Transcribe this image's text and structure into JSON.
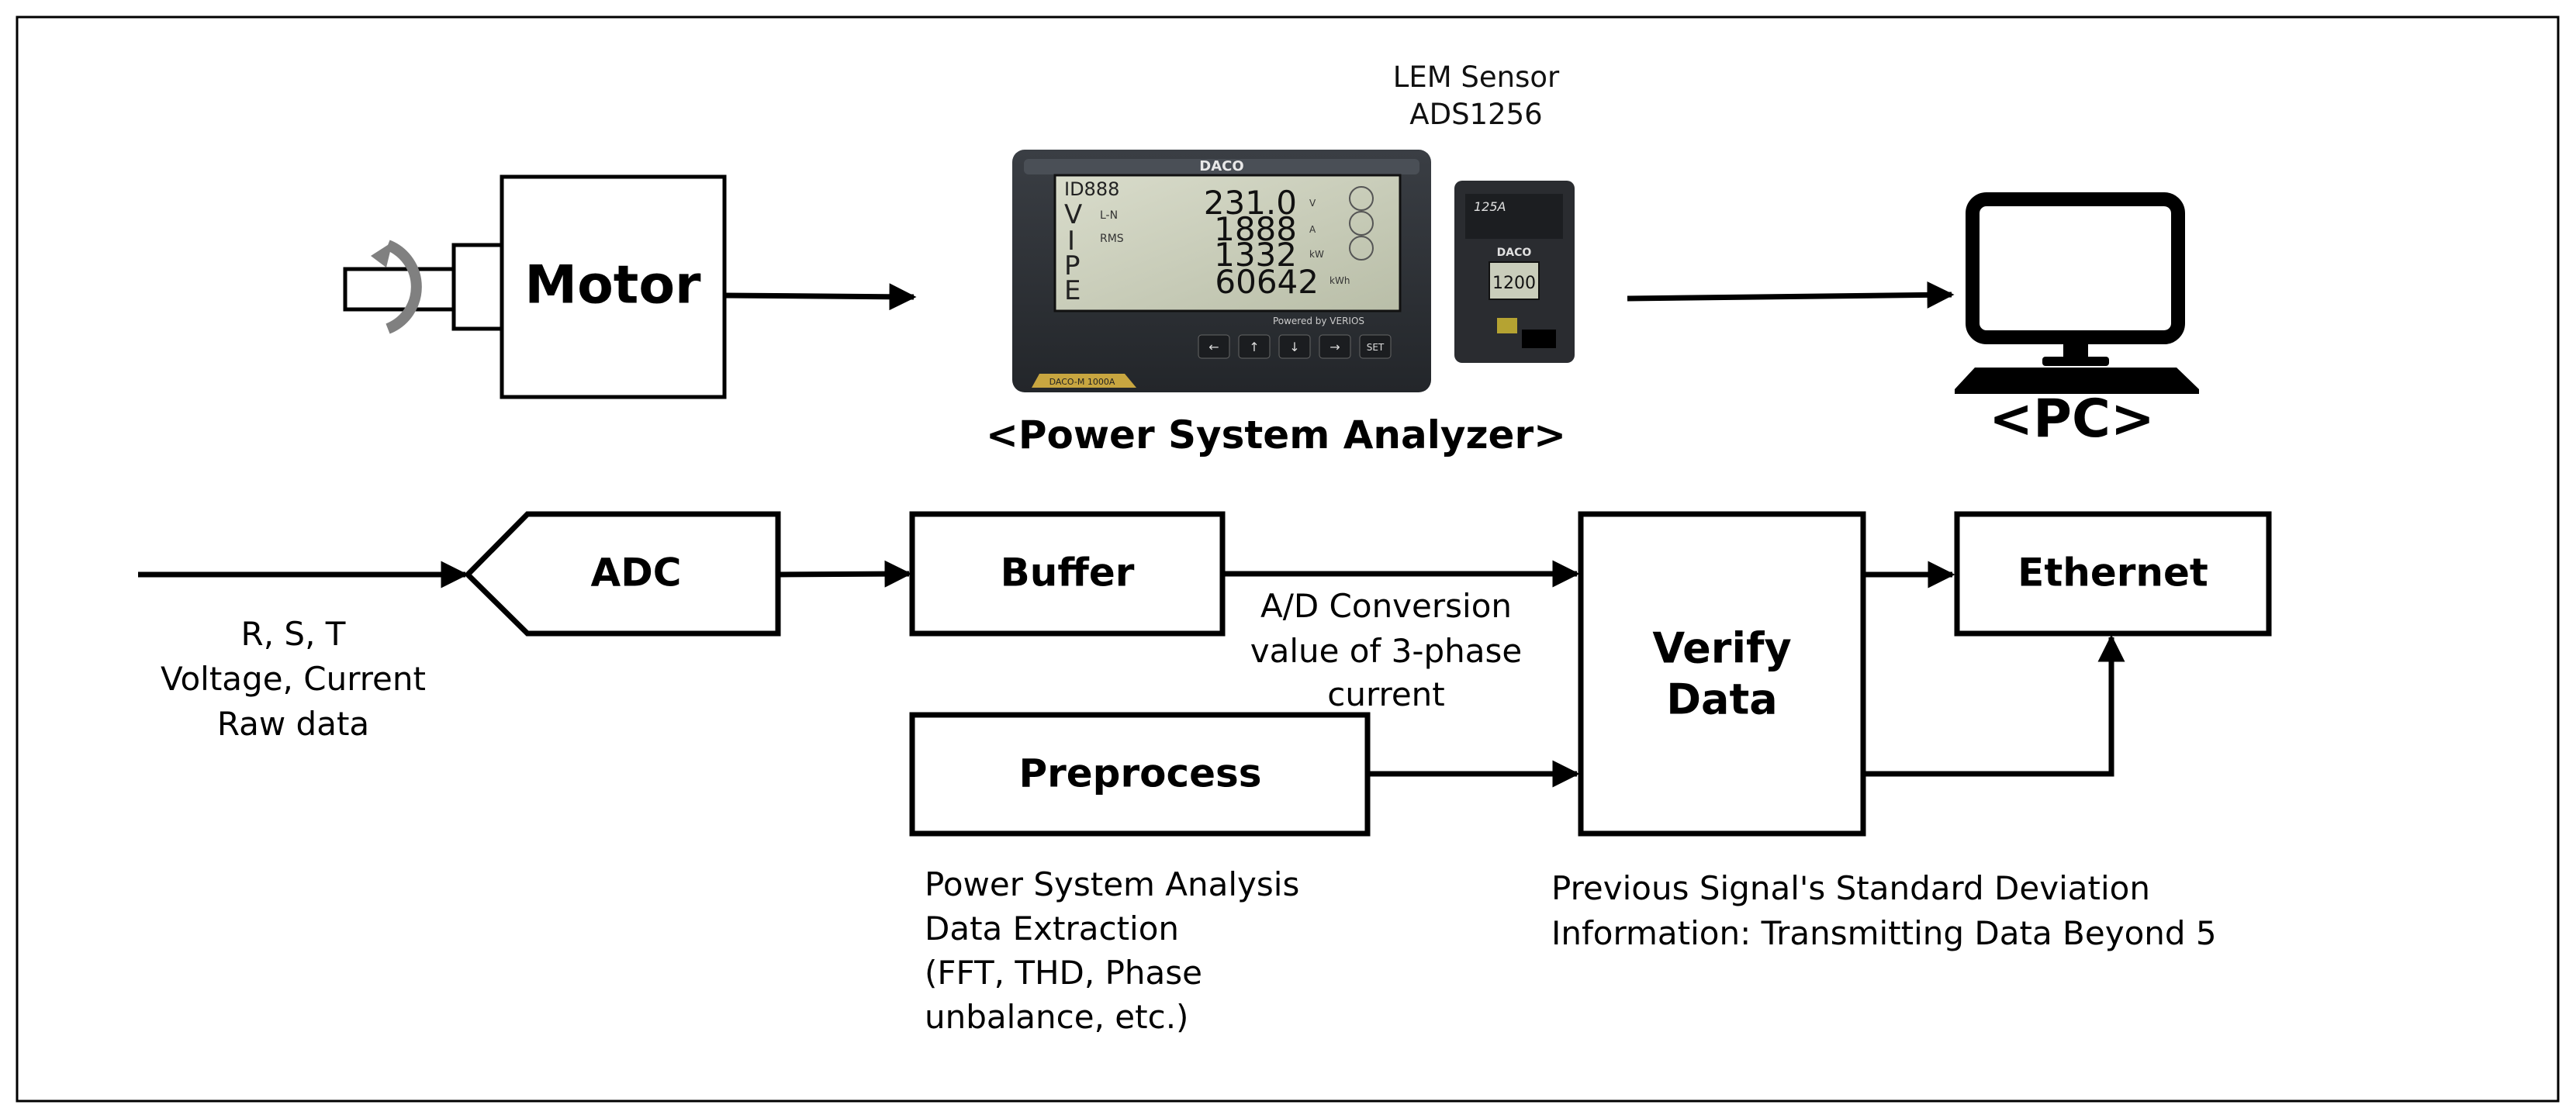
{
  "top_row": {
    "motor_label": "Motor",
    "sensor_line1": "LEM Sensor",
    "sensor_line2": "ADS1256",
    "analyzer_caption": "<Power System Analyzer>",
    "pc_caption": "<PC>",
    "device": {
      "brand": "DACO",
      "screen_id": "ID888",
      "row_letters": [
        "V",
        "I",
        "P",
        "E"
      ],
      "row_values": [
        "231.0",
        "1888",
        "1332",
        "60642"
      ],
      "row_units": [
        "V",
        "A",
        "kW",
        "kWh"
      ],
      "sub_tags": [
        "L-N",
        "RMS"
      ],
      "model_tag": "DACO-M 1000A",
      "powered_by": "Powered by VERIOS",
      "buttons": [
        "←",
        "↑",
        "↓",
        "→",
        "SET"
      ],
      "sensor_brand": "DACO",
      "sensor_value": "1200",
      "sensor_tag": "125A"
    }
  },
  "pipeline": {
    "adc": "ADC",
    "buffer": "Buffer",
    "verify_line1": "Verify",
    "verify_line2": "Data",
    "ethernet": "Ethernet",
    "preprocess": "Preprocess"
  },
  "notes": {
    "input": [
      "R, S, T",
      "Voltage, Current",
      "Raw data"
    ],
    "conversion": [
      "A/D Conversion",
      "value of 3-phase",
      "current"
    ],
    "preprocess": [
      "Power System Analysis",
      "Data Extraction",
      "(FFT, THD, Phase",
      "unbalance, etc.)"
    ],
    "verify": [
      "Previous Signal's Standard Deviation",
      "Information: Transmitting Data Beyond 5"
    ]
  }
}
